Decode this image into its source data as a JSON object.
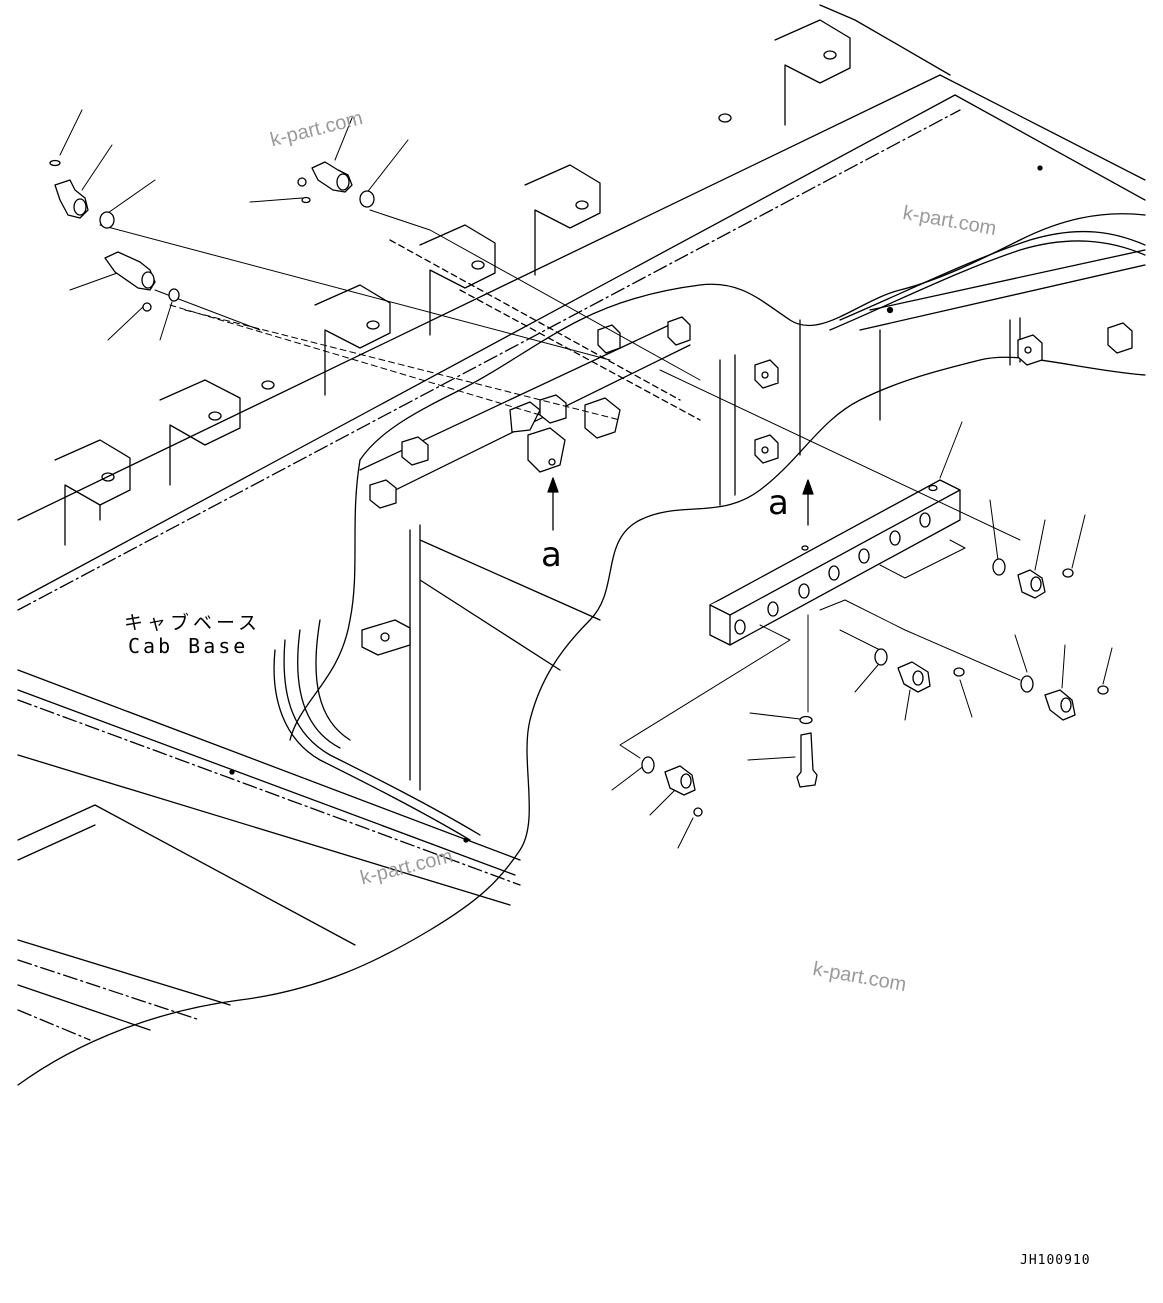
{
  "diagram": {
    "label_jp": "キャブベース",
    "label_en": "Cab Base",
    "arrow_label_left": "a",
    "arrow_label_right": "a",
    "drawing_code": "JH100910",
    "watermark": "k-part.com"
  }
}
